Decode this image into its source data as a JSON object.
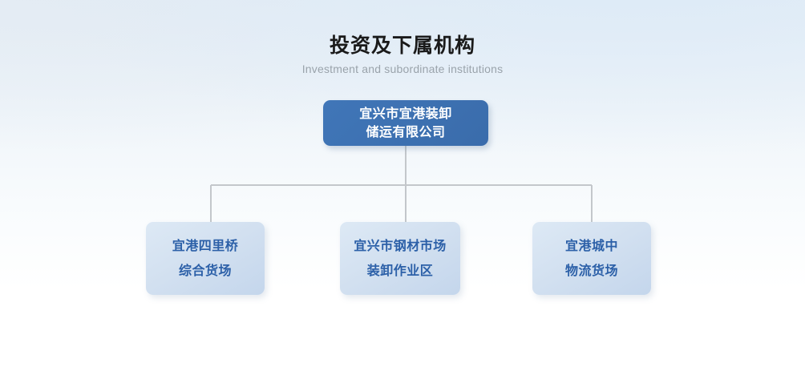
{
  "heading": {
    "title": "投资及下属机构",
    "subtitle": "Investment and subordinate institutions"
  },
  "colors": {
    "root_node_fill": "#3d72b4",
    "child_node_fill": "#cddcee",
    "child_node_text": "#2c60a8",
    "root_node_text": "#ffffff",
    "connector_line": "#c3c7cb",
    "title_text": "#1a1a1a",
    "subtitle_text": "#9aa3ab",
    "background_top": "#e3ecf5",
    "background_bottom": "#ffffff"
  },
  "org_chart": {
    "root": {
      "id": "root",
      "lines": [
        "宜兴市宜港装卸",
        "储运有限公司"
      ],
      "full_name": "宜兴市宜港装卸储运有限公司"
    },
    "children": [
      {
        "id": "child-1",
        "lines": [
          "宜港四里桥",
          "综合货场"
        ],
        "full_name": "宜港四里桥综合货场"
      },
      {
        "id": "child-2",
        "lines": [
          "宜兴市钢材市场",
          "装卸作业区"
        ],
        "full_name": "宜兴市钢材市场装卸作业区"
      },
      {
        "id": "child-3",
        "lines": [
          "宜港城中",
          "物流货场"
        ],
        "full_name": "宜港城中物流货场"
      }
    ]
  }
}
